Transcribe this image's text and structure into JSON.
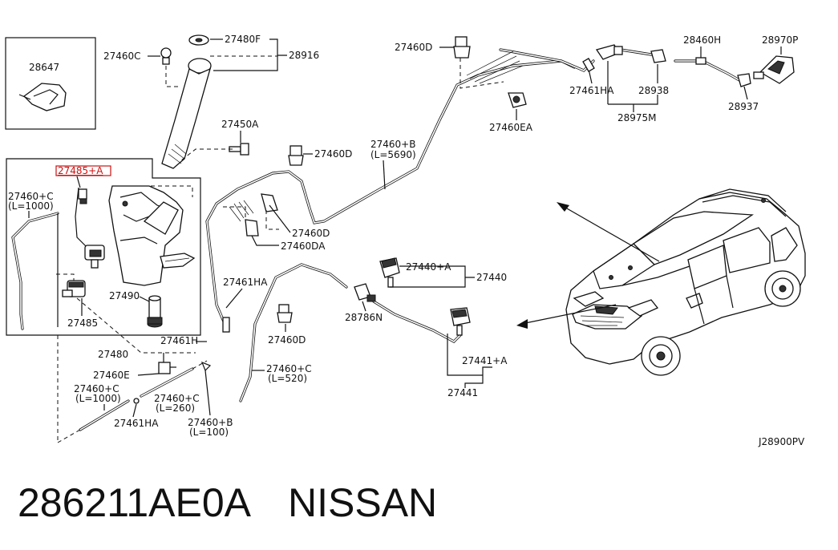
{
  "diagram_code": "J28900PV",
  "footer": {
    "part_number": "286211AE0A",
    "brand": "NISSAN"
  },
  "highlighted_part": "27485+A",
  "labels": {
    "p28647": "28647",
    "p27460C_a": "27460C",
    "p27480F": "27480F",
    "p28916": "28916",
    "p27460D_top": "27460D",
    "p27461HA_top": "27461HA",
    "p28938": "28938",
    "p28975M": "28975M",
    "p28460H": "28460H",
    "p28970P": "28970P",
    "p28937": "28937",
    "p27460EA": "27460EA",
    "p27450A": "27450A",
    "p27460D_mid": "27460D",
    "p27460B_long": "27460+B",
    "p27460B_long_len": "(L=5690)",
    "p27460C_left": "27460+C",
    "p27460C_left_len": "(L=1000)",
    "p27460D_b": "27460D",
    "p27460DA": "27460DA",
    "p27440A": "27440+A",
    "p27440": "27440",
    "p27461HA_mid": "27461HA",
    "p28786N": "28786N",
    "p27490": "27490",
    "p27485": "27485",
    "p27460D_low": "27460D",
    "p27480": "27480",
    "p27461H": "27461H",
    "p27441A": "27441+A",
    "p27441": "27441",
    "p27460E": "27460E",
    "p27460C_520": "27460+C",
    "p27460C_520_len": "(L=520)",
    "p27460C_1000": "27460+C",
    "p27460C_1000_len": "(L=1000)",
    "p27460C_260": "27460+C",
    "p27460C_260_len": "(L=260)",
    "p27461HA_low": "27461HA",
    "p27460B_100": "27460+B",
    "p27460B_100_len": "(L=100)"
  }
}
